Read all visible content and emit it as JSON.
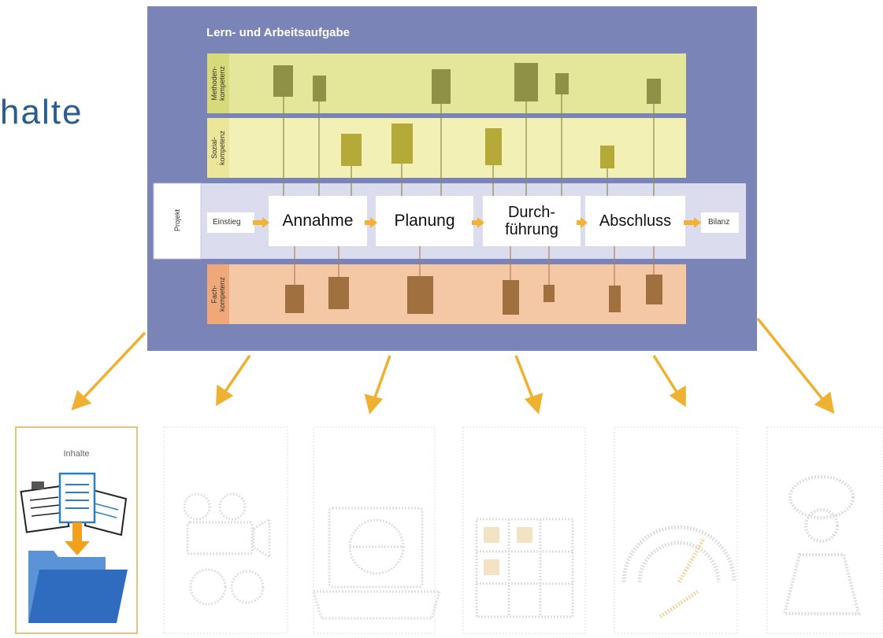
{
  "title": "halte",
  "diagram": {
    "outer_title": "Lern- und Arbeitsaufgabe",
    "bands": {
      "methoden": {
        "label_lines": [
          "Methoden-",
          "kompetenz"
        ]
      },
      "sozial": {
        "label_lines": [
          "Sozial-",
          "kompetenz"
        ]
      },
      "projekt": {
        "label": "Projekt"
      },
      "fach": {
        "label_lines": [
          "Fach-",
          "kompetenz"
        ]
      }
    },
    "flow": {
      "start": "Einstieg",
      "phases": [
        {
          "lines": [
            "Annahme"
          ]
        },
        {
          "lines": [
            "Planung"
          ]
        },
        {
          "lines": [
            "Durch-",
            "führung"
          ]
        },
        {
          "lines": [
            "Abschluss"
          ]
        }
      ],
      "end": "Bilanz"
    }
  },
  "cards": [
    {
      "title_lines": [
        "Inhalte"
      ],
      "active": true,
      "icon": "documents-folder-icon"
    },
    {
      "title_lines": [
        "",
        ""
      ],
      "active": false,
      "icon": "camera-gears-icon"
    },
    {
      "title_lines": [
        "",
        ""
      ],
      "active": false,
      "icon": "laptop-globe-icon"
    },
    {
      "title_lines": [
        "",
        ""
      ],
      "active": false,
      "icon": "grid-icon"
    },
    {
      "title_lines": [
        "",
        ""
      ],
      "active": false,
      "icon": "gauge-icon"
    },
    {
      "title_lines": [
        ""
      ],
      "active": false,
      "icon": "person-question-icon"
    }
  ],
  "colors": {
    "outer_bg": "#7b84b6",
    "methoden_band": "#e4e79a",
    "sozial_band": "#f3f0b5",
    "projekt_band": "#dcdcef",
    "fach_band": "#f4c7a5",
    "methoden_label_bg": "#d7da78",
    "sozial_label_bg": "#ece69a",
    "fach_label_bg": "#f0a878",
    "olive_rect": "#8f9146",
    "sozial_rect": "#b5a93a",
    "fach_rect": "#a0703f",
    "flow_arrow": "#f2b232",
    "connector": "#8a8a50",
    "fach_connector": "#b08060",
    "card_arrow": "#eeb132",
    "card_border_active": "#e6c27a",
    "card_border_inactive": "#dcdcdc",
    "title_color": "#2a5d8f"
  }
}
